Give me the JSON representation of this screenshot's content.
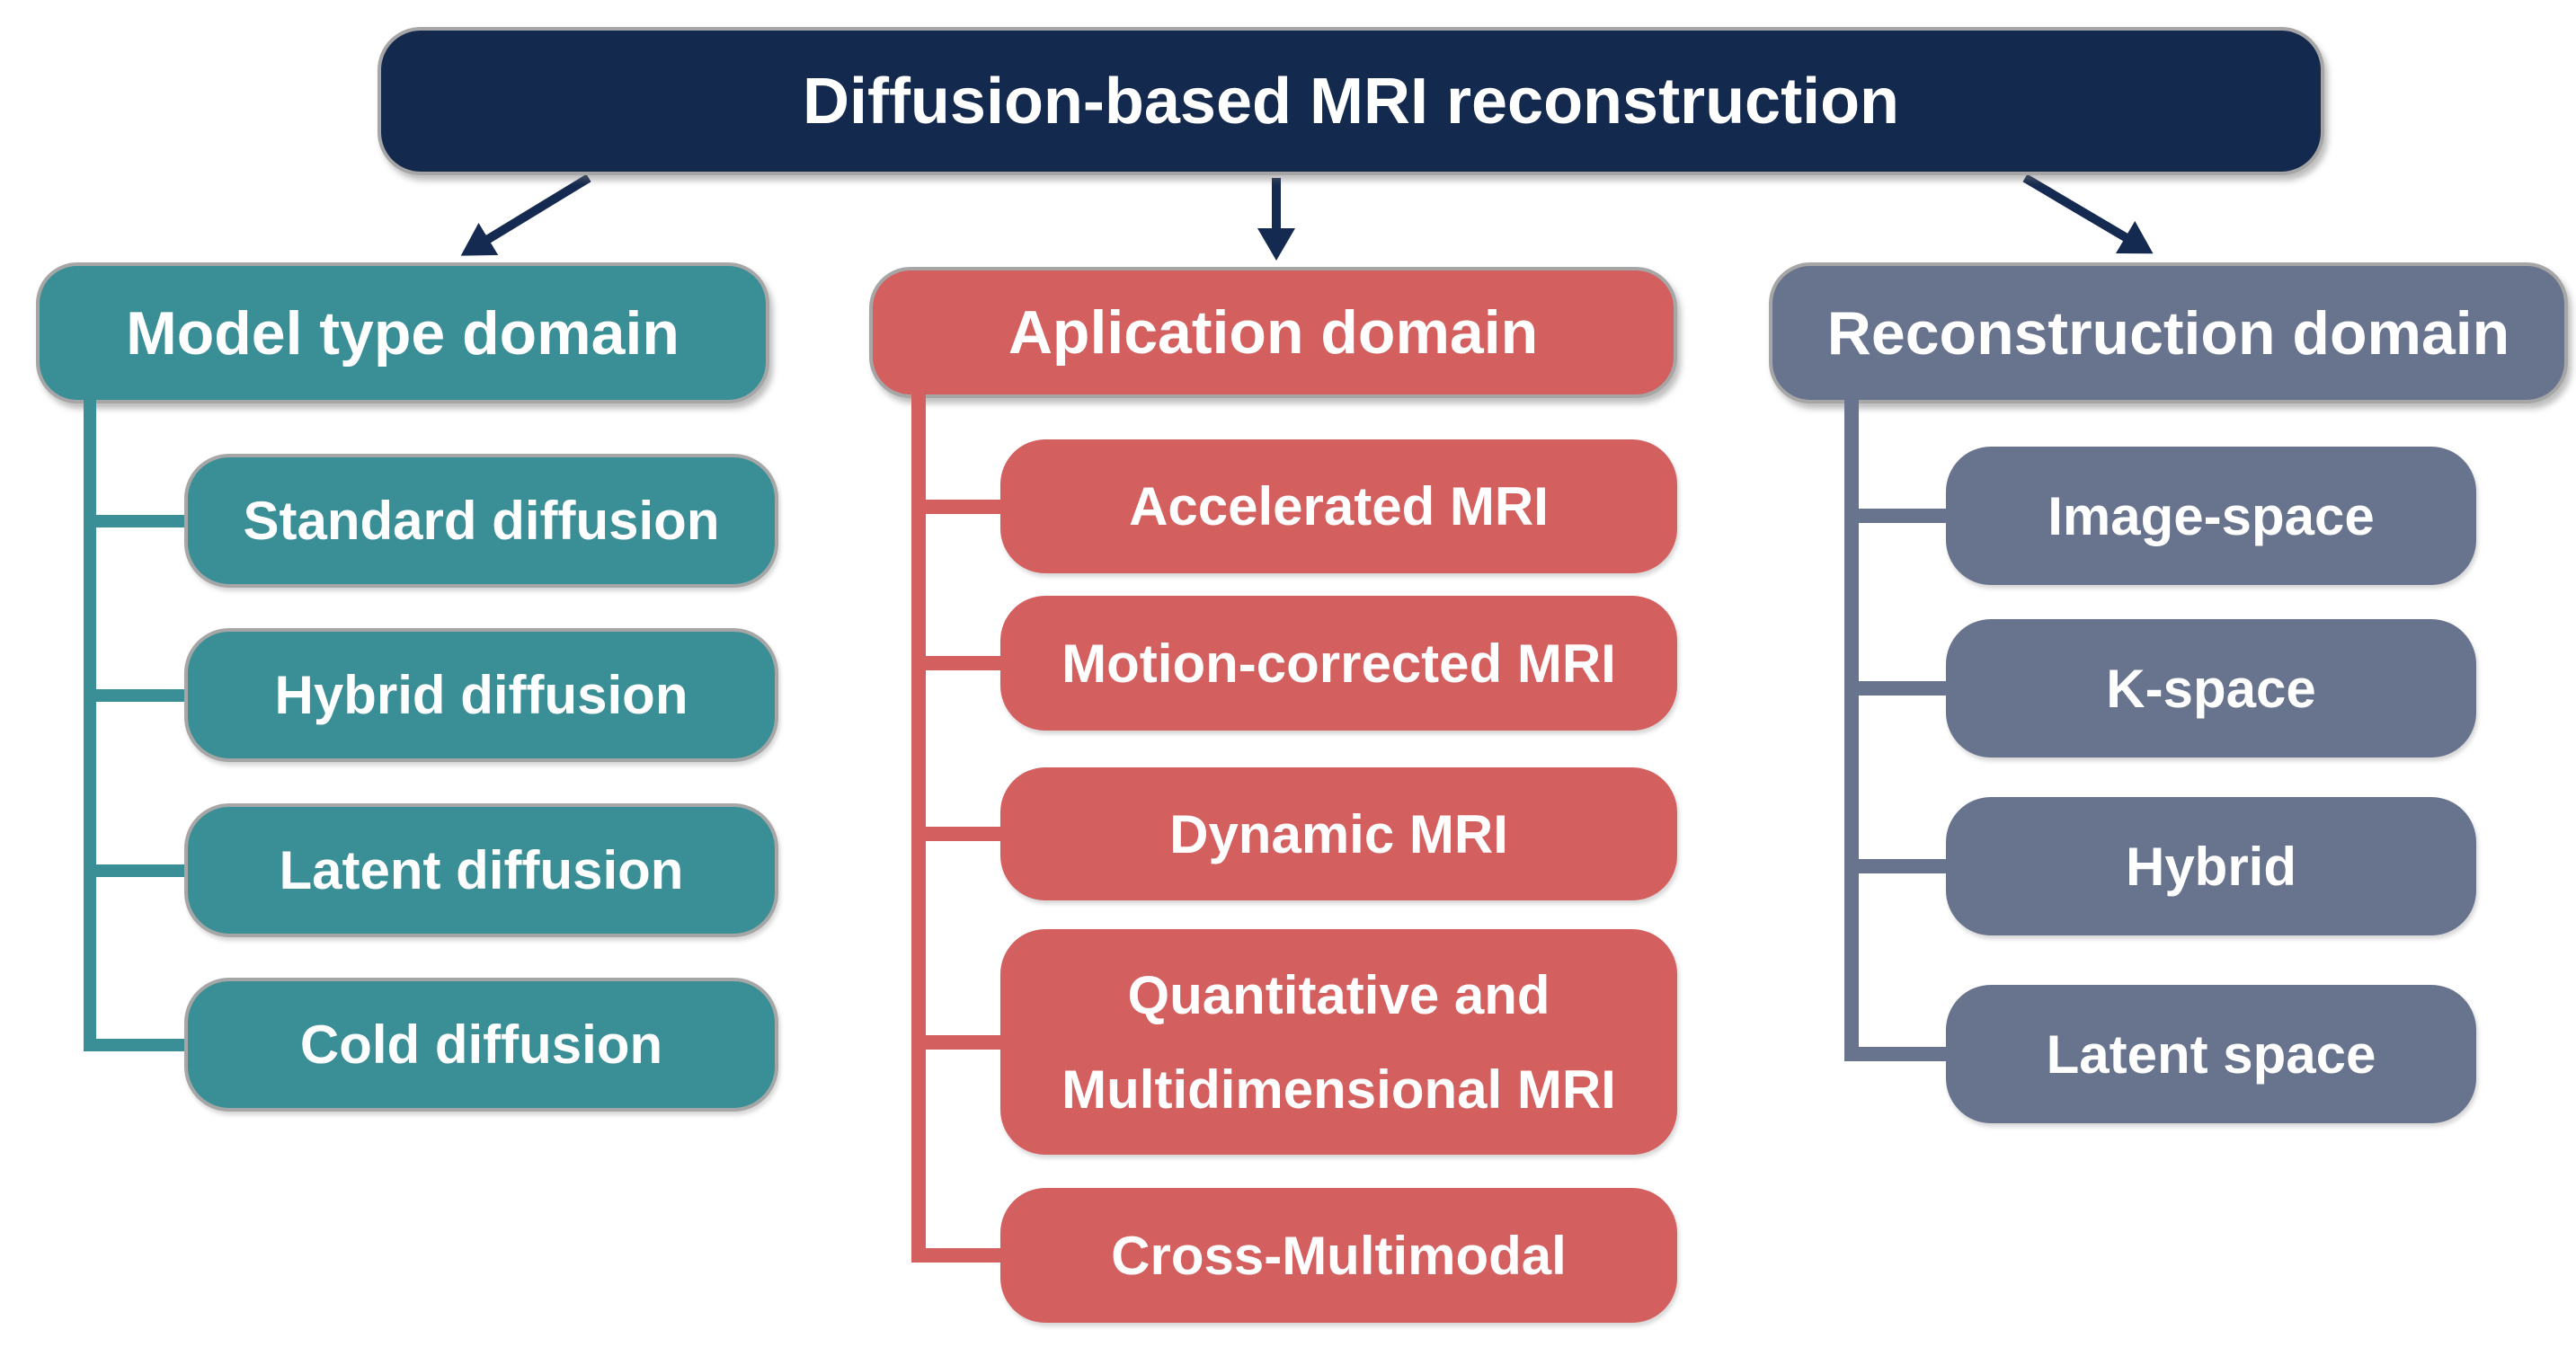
{
  "title": "Diffusion-based MRI reconstruction",
  "colors": {
    "navy": "#14294e",
    "teal": "#3a8e96",
    "red": "#d45f5f",
    "slate": "#68748e",
    "box_border": "#a6a6a6",
    "arrow": "#152a50",
    "text": "#ffffff"
  },
  "columns": [
    {
      "id": "model-type",
      "label": "Model type domain",
      "color": "#3a8e96",
      "items": [
        "Standard diffusion",
        "Hybrid diffusion",
        "Latent diffusion",
        "Cold diffusion"
      ]
    },
    {
      "id": "application",
      "label": "Aplication domain",
      "color": "#d45f5f",
      "items": [
        "Accelerated MRI",
        "Motion-corrected MRI",
        "Dynamic MRI",
        "Quantitative and\nMultidimensional MRI",
        "Cross-Multimodal"
      ]
    },
    {
      "id": "reconstruction",
      "label": "Reconstruction domain",
      "color": "#68748e",
      "items": [
        "Image-space",
        "K-space",
        "Hybrid",
        "Latent space"
      ]
    }
  ]
}
